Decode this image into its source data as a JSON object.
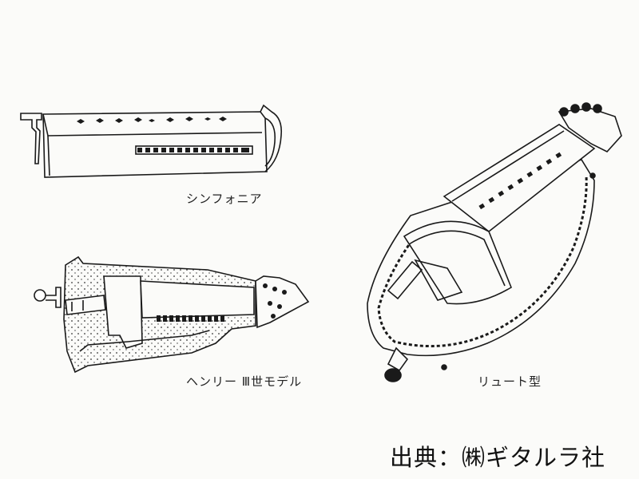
{
  "captions": {
    "sinfonia": "シンフォニア",
    "henry": "ヘンリー Ⅲ世モデル",
    "lute": "リュート型"
  },
  "source_credit": "出典：㈱ギタルラ社",
  "colors": {
    "ink": "#1a1a1a",
    "paper": "#fbfbf9"
  }
}
